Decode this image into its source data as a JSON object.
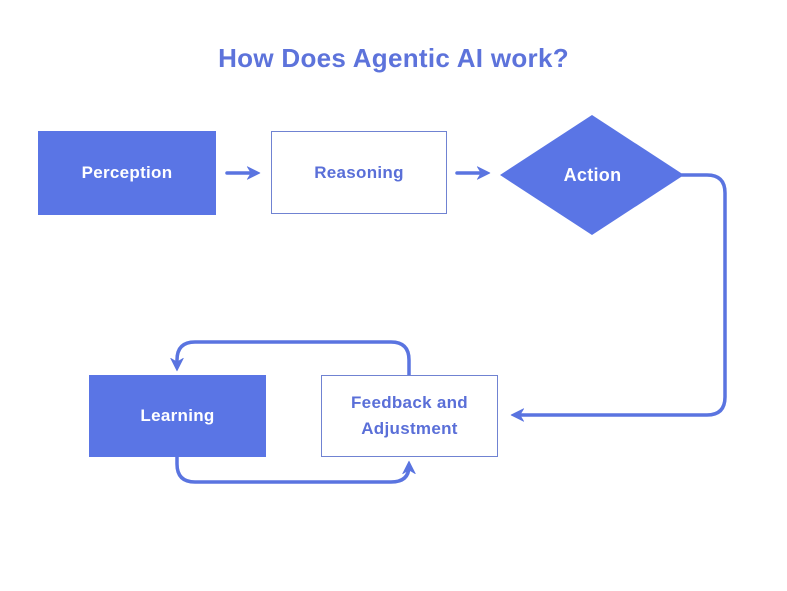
{
  "title": "How Does Agentic AI work?",
  "colors": {
    "background": "#ffffff",
    "primary": "#5a75e5",
    "arrow": "#5a74e0",
    "outline": "#7083d2",
    "text-blue": "#5a6fd8",
    "title-color": "#5d73db",
    "text-light": "#ffffff"
  },
  "nodes": {
    "perception": {
      "label": "Perception",
      "shape": "rectangle",
      "style": "filled"
    },
    "reasoning": {
      "label": "Reasoning",
      "shape": "rectangle",
      "style": "outlined"
    },
    "action": {
      "label": "Action",
      "shape": "diamond",
      "style": "filled"
    },
    "learning": {
      "label": "Learning",
      "shape": "rectangle",
      "style": "filled"
    },
    "feedback": {
      "label": "Feedback and Adjustment",
      "line1": "Feedback and",
      "line2": "Adjustment",
      "shape": "rectangle",
      "style": "outlined"
    }
  },
  "edges": [
    {
      "from": "Perception",
      "to": "Reasoning"
    },
    {
      "from": "Reasoning",
      "to": "Action"
    },
    {
      "from": "Action",
      "to": "Feedback and Adjustment"
    },
    {
      "from": "Feedback and Adjustment",
      "to": "Learning"
    },
    {
      "from": "Learning",
      "to": "Feedback and Adjustment"
    }
  ]
}
